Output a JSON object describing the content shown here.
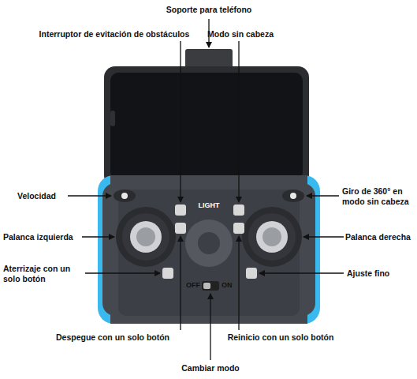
{
  "diagram": {
    "labels": [
      "Soporte para teléfono",
      "Interruptor de evitación de obstáculos",
      "Modo sin cabeza",
      "Velocidad",
      "Giro de 360° en modo sin cabeza",
      "Palanca izquierda",
      "Palanca derecha",
      "Aterrizaje con un solo botón",
      "Ajuste fino",
      "LIGHT",
      "OFF",
      "ON",
      "Despegue con un solo botón",
      "Reinicio con un solo botón",
      "Cambiar modo"
    ]
  }
}
